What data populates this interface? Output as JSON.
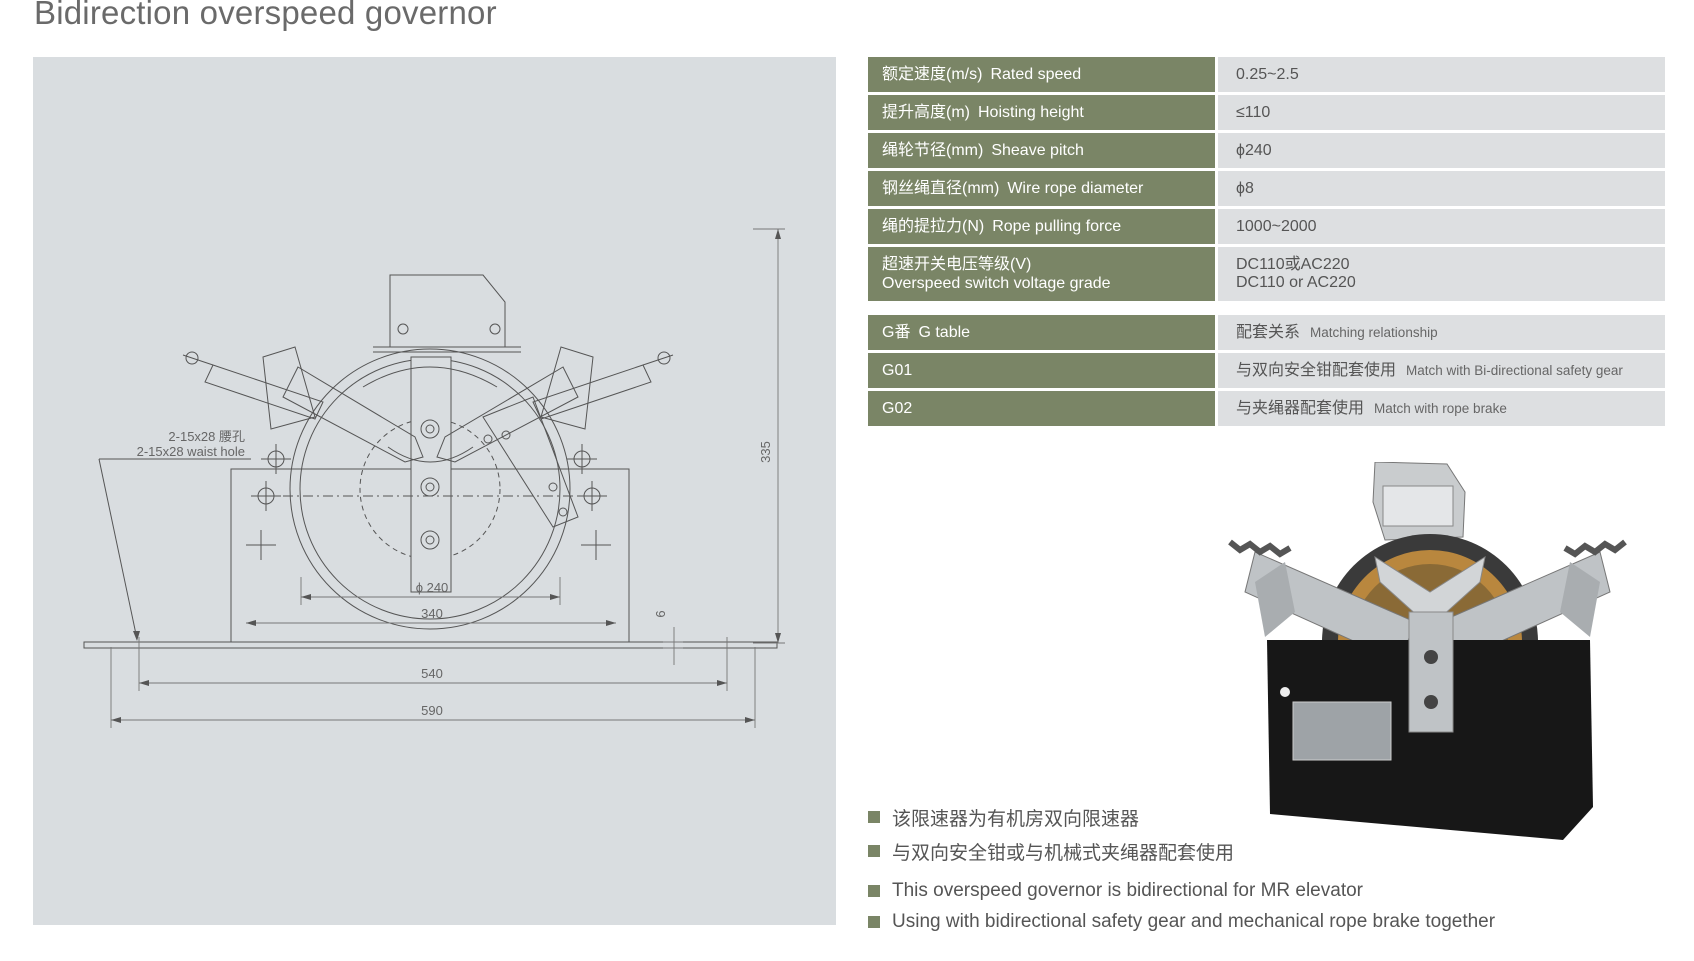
{
  "title": "Bidirection overspeed governor",
  "drawing": {
    "hole_label_cn": "2-15x28 腰孔",
    "hole_label_en": "2-15x28 waist hole",
    "dim_pitch": "ϕ 240",
    "dim_340": "340",
    "dim_540": "540",
    "dim_590": "590",
    "dim_335": "335",
    "dim_6": "6"
  },
  "specs": [
    {
      "cn": "额定速度(m/s)",
      "en": "Rated speed",
      "value": "0.25~2.5"
    },
    {
      "cn": "提升高度(m)",
      "en": "Hoisting height",
      "value": "≤110"
    },
    {
      "cn": "绳轮节径(mm)",
      "en": "Sheave pitch",
      "value": "ϕ240"
    },
    {
      "cn": "钢丝绳直径(mm)",
      "en": "Wire rope diameter",
      "value": "ϕ8"
    },
    {
      "cn": "绳的提拉力(N)",
      "en": "Rope pulling force",
      "value": "1000~2000"
    }
  ],
  "voltage": {
    "cn": "超速开关电压等级(V)",
    "en": "Overspeed switch voltage grade",
    "value_cn": "DC110或AC220",
    "value_en": "DC110 or AC220"
  },
  "gtable": {
    "header_cn": "G番",
    "header_en": "G table",
    "header_value_cn": "配套关系",
    "header_value_en": "Matching relationship",
    "rows": [
      {
        "code": "G01",
        "cn": "与双向安全钳配套使用",
        "en": "Match with Bi-directional safety gear"
      },
      {
        "code": "G02",
        "cn": "与夹绳器配套使用",
        "en": "Match with rope brake"
      }
    ]
  },
  "notes": [
    "该限速器为有机房双向限速器",
    "与双向安全钳或与机械式夹绳器配套使用",
    "This overspeed governor is bidirectional for MR elevator",
    "Using with bidirectional safety gear and mechanical rope brake together"
  ],
  "colors": {
    "header_bg": "#7a8566",
    "value_bg": "#dddfe1",
    "panel_bg": "#d9dde0"
  }
}
